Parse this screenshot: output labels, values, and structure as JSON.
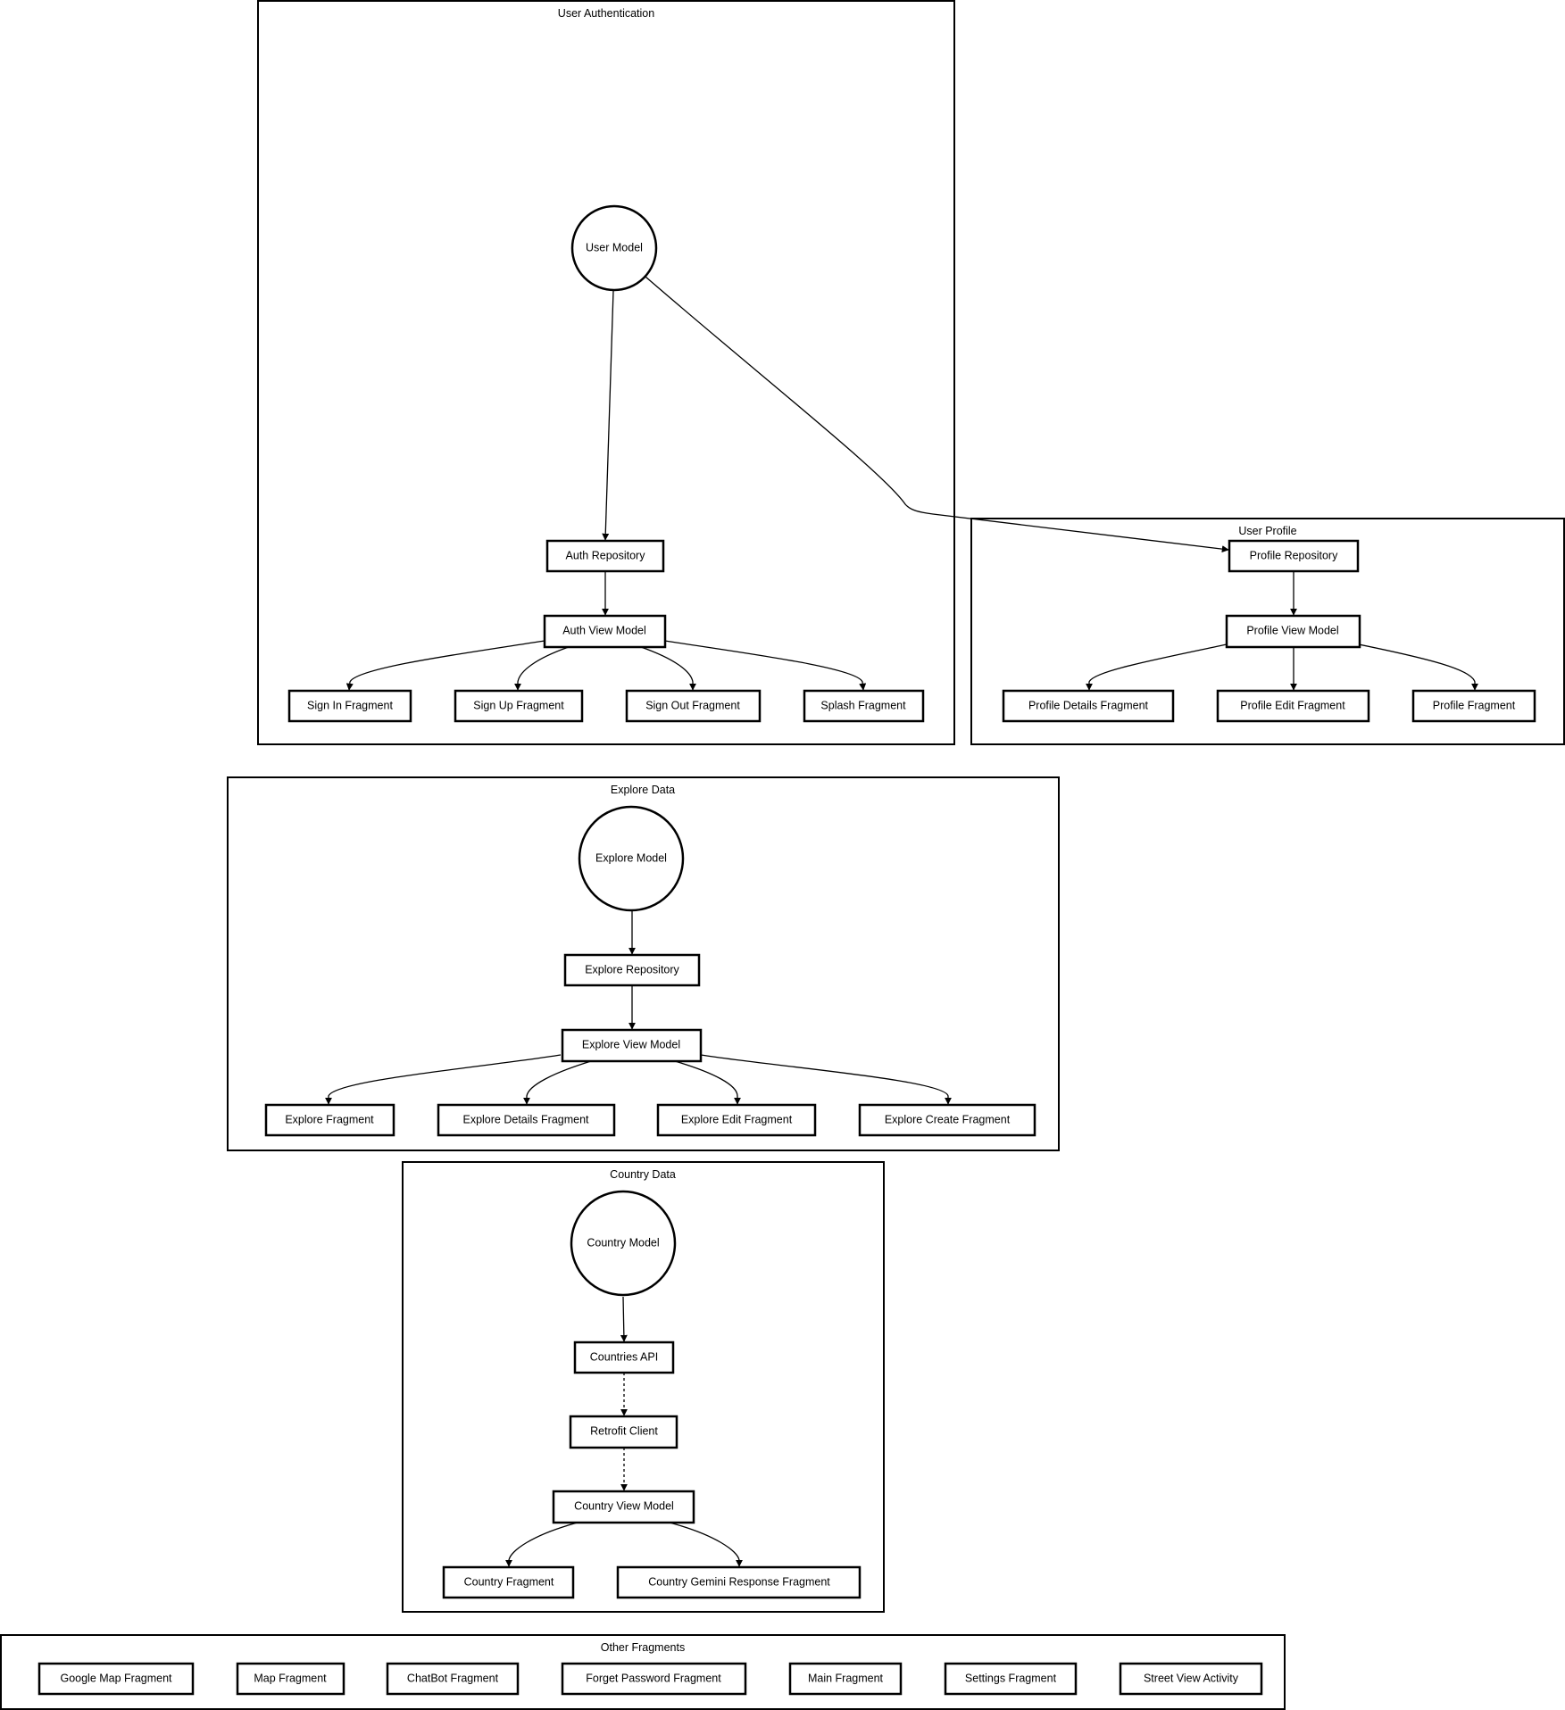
{
  "clusters": {
    "auth": "User Authentication",
    "profile": "User Profile",
    "explore": "Explore Data",
    "country": "Country Data",
    "other": "Other Fragments"
  },
  "nodes": {
    "user_model": "User Model",
    "auth_repository": "Auth Repository",
    "auth_view_model": "Auth View Model",
    "sign_in": "Sign In Fragment",
    "sign_up": "Sign Up Fragment",
    "sign_out": "Sign Out Fragment",
    "splash": "Splash Fragment",
    "profile_repository": "Profile Repository",
    "profile_view_model": "Profile View Model",
    "profile_details": "Profile Details Fragment",
    "profile_edit": "Profile Edit Fragment",
    "profile_fragment": "Profile Fragment",
    "explore_model": "Explore Model",
    "explore_repository": "Explore Repository",
    "explore_view_model": "Explore View Model",
    "explore_fragment": "Explore Fragment",
    "explore_details": "Explore Details Fragment",
    "explore_edit": "Explore Edit Fragment",
    "explore_create": "Explore Create Fragment",
    "country_model": "Country Model",
    "countries_api": "Countries API",
    "retrofit_client": "Retrofit Client",
    "country_view_model": "Country View Model",
    "country_fragment": "Country Fragment",
    "country_gemini": "Country Gemini Response Fragment",
    "google_map": "Google Map Fragment",
    "map_fragment": "Map Fragment",
    "chatbot": "ChatBot Fragment",
    "forget_password": "Forget Password Fragment",
    "main_fragment": "Main Fragment",
    "settings": "Settings Fragment",
    "street_view": "Street View Activity"
  },
  "edges": [
    {
      "from": "user_model",
      "to": "auth_repository",
      "style": "solid"
    },
    {
      "from": "user_model",
      "to": "profile_repository",
      "style": "solid"
    },
    {
      "from": "auth_repository",
      "to": "auth_view_model",
      "style": "solid"
    },
    {
      "from": "auth_view_model",
      "to": "sign_in",
      "style": "solid"
    },
    {
      "from": "auth_view_model",
      "to": "sign_up",
      "style": "solid"
    },
    {
      "from": "auth_view_model",
      "to": "sign_out",
      "style": "solid"
    },
    {
      "from": "auth_view_model",
      "to": "splash",
      "style": "solid"
    },
    {
      "from": "profile_repository",
      "to": "profile_view_model",
      "style": "solid"
    },
    {
      "from": "profile_view_model",
      "to": "profile_details",
      "style": "solid"
    },
    {
      "from": "profile_view_model",
      "to": "profile_edit",
      "style": "solid"
    },
    {
      "from": "profile_view_model",
      "to": "profile_fragment",
      "style": "solid"
    },
    {
      "from": "explore_model",
      "to": "explore_repository",
      "style": "solid"
    },
    {
      "from": "explore_repository",
      "to": "explore_view_model",
      "style": "solid"
    },
    {
      "from": "explore_view_model",
      "to": "explore_fragment",
      "style": "solid"
    },
    {
      "from": "explore_view_model",
      "to": "explore_details",
      "style": "solid"
    },
    {
      "from": "explore_view_model",
      "to": "explore_edit",
      "style": "solid"
    },
    {
      "from": "explore_view_model",
      "to": "explore_create",
      "style": "solid"
    },
    {
      "from": "country_model",
      "to": "countries_api",
      "style": "solid"
    },
    {
      "from": "countries_api",
      "to": "retrofit_client",
      "style": "dotted"
    },
    {
      "from": "retrofit_client",
      "to": "country_view_model",
      "style": "dotted"
    },
    {
      "from": "country_view_model",
      "to": "country_fragment",
      "style": "solid"
    },
    {
      "from": "country_view_model",
      "to": "country_gemini",
      "style": "solid"
    }
  ]
}
